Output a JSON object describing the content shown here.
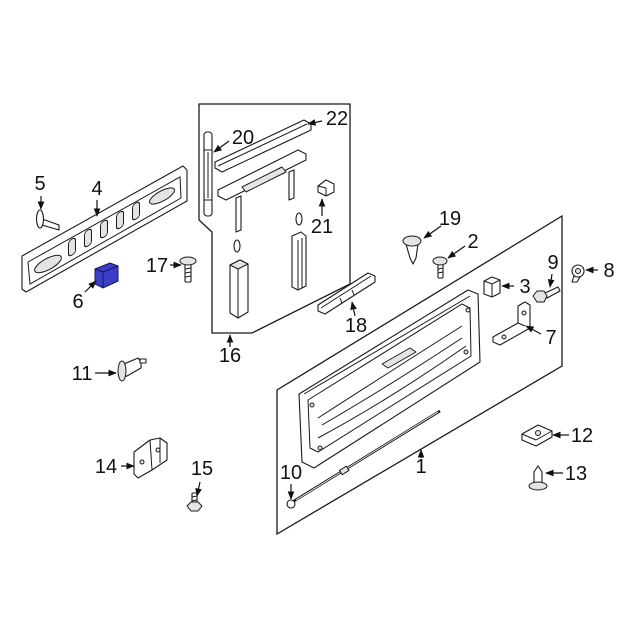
{
  "diagram": {
    "callouts": [
      {
        "label": "1"
      },
      {
        "label": "2"
      },
      {
        "label": "3"
      },
      {
        "label": "4"
      },
      {
        "label": "5"
      },
      {
        "label": "6",
        "highlighted": true
      },
      {
        "label": "7"
      },
      {
        "label": "8"
      },
      {
        "label": "9"
      },
      {
        "label": "10"
      },
      {
        "label": "11"
      },
      {
        "label": "12"
      },
      {
        "label": "13"
      },
      {
        "label": "14"
      },
      {
        "label": "15"
      },
      {
        "label": "16"
      },
      {
        "label": "17"
      },
      {
        "label": "18"
      },
      {
        "label": "19"
      },
      {
        "label": "20"
      },
      {
        "label": "21"
      },
      {
        "label": "22"
      }
    ]
  },
  "colors": {
    "background": "#ffffff",
    "line": "#1a1a1a",
    "highlight": "#3b3fc8"
  }
}
